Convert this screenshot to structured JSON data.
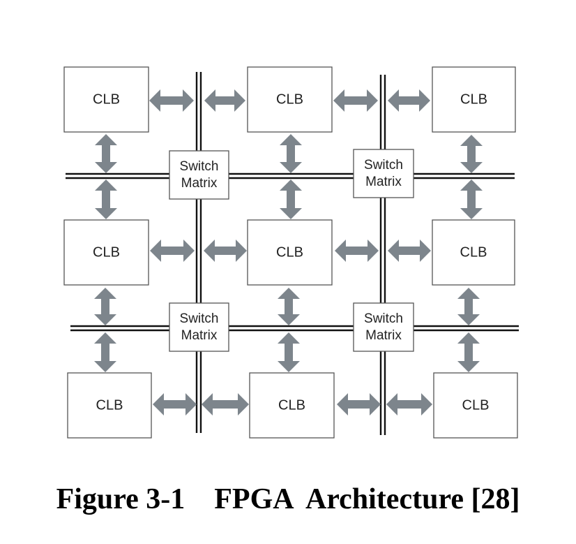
{
  "diagram": {
    "clb_label": "CLB",
    "switch_label_line1": "Switch",
    "switch_label_line2": "Matrix",
    "arrow_color": "#7d858c",
    "bus_color": "#111111",
    "box_border_color": "#555555"
  },
  "caption": {
    "number": "Figure 3-1",
    "title": "FPGA  Architecture [28]"
  }
}
